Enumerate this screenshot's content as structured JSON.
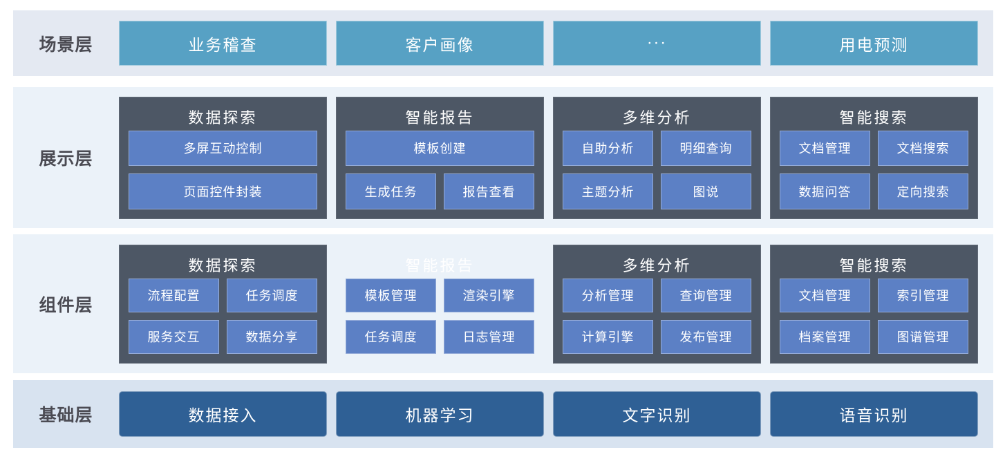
{
  "colors": {
    "scenario_button": "#57a1c4",
    "panel_background": "#4d5765",
    "item_button": "#5c80c5",
    "base_button": "#2f6095",
    "band_scenario_bg": "#e4e9f2",
    "band_middle_bg": "#ebf2f9",
    "band_base_bg": "#d8e3f0",
    "label_text": "#4b4b53",
    "button_text": "#ffffff"
  },
  "layers": [
    {
      "label": "场景层",
      "buttons": [
        "业务稽查",
        "客户画像",
        "···",
        "用电预测"
      ]
    },
    {
      "label": "展示层",
      "groups": [
        {
          "title": "数据探索",
          "panel": true,
          "items": [
            {
              "label": "多屏互动控制",
              "span": 2
            },
            {
              "label": "页面控件封装",
              "span": 2
            }
          ]
        },
        {
          "title": "智能报告",
          "panel": true,
          "items": [
            {
              "label": "模板创建",
              "span": 2
            },
            {
              "label": "生成任务",
              "span": 1
            },
            {
              "label": "报告查看",
              "span": 1
            }
          ]
        },
        {
          "title": "多维分析",
          "panel": true,
          "items": [
            {
              "label": "自助分析",
              "span": 1
            },
            {
              "label": "明细查询",
              "span": 1
            },
            {
              "label": "主题分析",
              "span": 1
            },
            {
              "label": "图说",
              "span": 1
            }
          ]
        },
        {
          "title": "智能搜索",
          "panel": true,
          "items": [
            {
              "label": "文档管理",
              "span": 1
            },
            {
              "label": "文档搜索",
              "span": 1
            },
            {
              "label": "数据问答",
              "span": 1
            },
            {
              "label": "定向搜索",
              "span": 1
            }
          ]
        }
      ]
    },
    {
      "label": "组件层",
      "groups": [
        {
          "title": "数据探索",
          "panel": true,
          "items": [
            {
              "label": "流程配置",
              "span": 1
            },
            {
              "label": "任务调度",
              "span": 1
            },
            {
              "label": "服务交互",
              "span": 1
            },
            {
              "label": "数据分享",
              "span": 1
            }
          ]
        },
        {
          "title": "智能报告",
          "panel": false,
          "items": [
            {
              "label": "模板管理",
              "span": 1
            },
            {
              "label": "渲染引擎",
              "span": 1
            },
            {
              "label": "任务调度",
              "span": 1
            },
            {
              "label": "日志管理",
              "span": 1
            }
          ]
        },
        {
          "title": "多维分析",
          "panel": true,
          "items": [
            {
              "label": "分析管理",
              "span": 1
            },
            {
              "label": "查询管理",
              "span": 1
            },
            {
              "label": "计算引擎",
              "span": 1
            },
            {
              "label": "发布管理",
              "span": 1
            }
          ]
        },
        {
          "title": "智能搜索",
          "panel": true,
          "items": [
            {
              "label": "文档管理",
              "span": 1
            },
            {
              "label": "索引管理",
              "span": 1
            },
            {
              "label": "档案管理",
              "span": 1
            },
            {
              "label": "图谱管理",
              "span": 1
            }
          ]
        }
      ]
    },
    {
      "label": "基础层",
      "buttons": [
        "数据接入",
        "机器学习",
        "文字识别",
        "语音识别"
      ]
    }
  ]
}
